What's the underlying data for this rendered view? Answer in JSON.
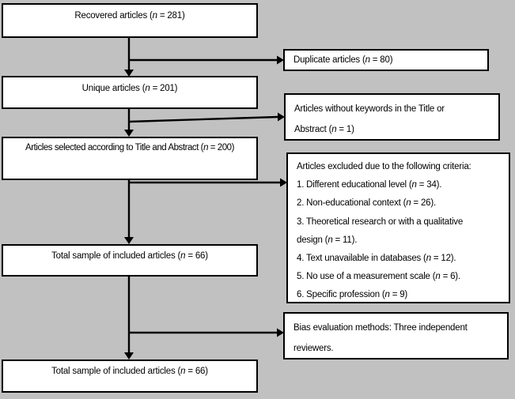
{
  "colors": {
    "background": "#c1c1c1",
    "box_background": "#ffffff",
    "box_border": "#000000",
    "text": "#000000"
  },
  "main_boxes": [
    {
      "id": "recovered",
      "pre": "Recovered articles (",
      "n": "n",
      "post": " = 281)"
    },
    {
      "id": "unique",
      "pre": "Unique articles (",
      "n": "n",
      "post": " = 201)"
    },
    {
      "id": "selected",
      "pre": "Articles selected according to Title and Abstract (",
      "n": "n",
      "post": " = 200)"
    },
    {
      "id": "included",
      "pre": "Total sample of included articles (",
      "n": "n",
      "post": " = 66)"
    },
    {
      "id": "included-final",
      "pre": "Total sample of included articles (",
      "n": "n",
      "post": " = 66)"
    }
  ],
  "side_boxes": [
    {
      "id": "duplicates",
      "lines": [
        {
          "pre": "Duplicate articles (",
          "n": "n",
          "post": " = 80)"
        }
      ]
    },
    {
      "id": "no-keywords",
      "lines": [
        {
          "pre": "Articles without keywords in the Title or"
        },
        {
          "pre": "Abstract (",
          "n": "n",
          "post": " = 1)"
        }
      ]
    },
    {
      "id": "exclusion-criteria",
      "lines": [
        {
          "pre": "Articles excluded due to the following criteria:"
        },
        {
          "pre": "1. Different educational level (",
          "n": "n",
          "post": " = 34)."
        },
        {
          "pre": "2. Non-educational context (",
          "n": "n",
          "post": " = 26)."
        },
        {
          "pre": "3. Theoretical research or with a qualitative"
        },
        {
          "pre": "design (",
          "n": "n",
          "post": " = 11)."
        },
        {
          "pre": "4. Text unavailable in databases (",
          "n": "n",
          "post": " = 12)."
        },
        {
          "pre": "5. No use of a measurement scale (",
          "n": "n",
          "post": " = 6)."
        },
        {
          "pre": "6. Specific profession (",
          "n": "n",
          "post": " = 9)"
        }
      ]
    },
    {
      "id": "bias-evaluation",
      "lines": [
        {
          "pre": "Bias evaluation methods: Three independent"
        },
        {
          "pre": "reviewers."
        }
      ]
    }
  ]
}
